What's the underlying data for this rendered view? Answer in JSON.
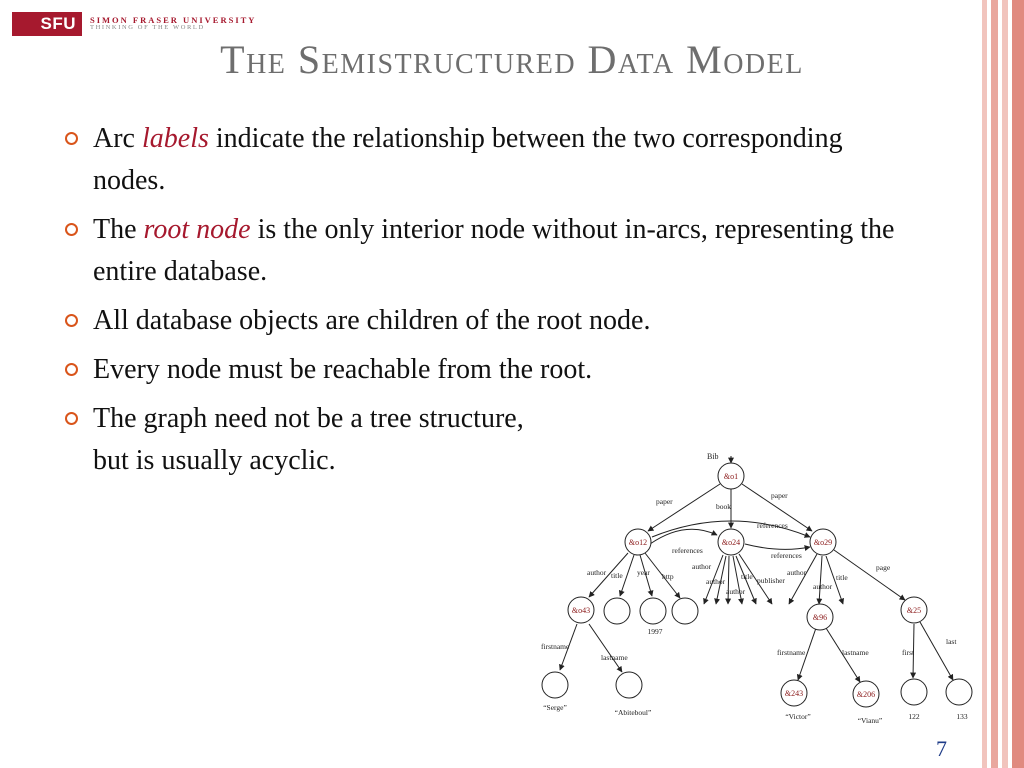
{
  "logo": {
    "abbr": "SFU",
    "name": "SIMON FRASER UNIVERSITY",
    "tagline": "THINKING OF THE WORLD"
  },
  "title": "The Semistructured Data Model",
  "bullets": [
    {
      "pre": "Arc ",
      "em": "labels",
      "post": " indicate the relationship between the two corresponding nodes."
    },
    {
      "pre": "The ",
      "em": "root node",
      "post": " is the only interior node without in-arcs, representing the entire database."
    },
    {
      "pre": "All database objects are children of the root node.",
      "em": "",
      "post": ""
    },
    {
      "pre": "Every node must be reachable from the root.",
      "em": "",
      "post": ""
    },
    {
      "pre": "The graph need not be a tree structure,",
      "em": "",
      "post": "",
      "line2": "but is usually acyclic."
    }
  ],
  "diagram": {
    "root_label": "Bib",
    "nodes": {
      "o1": "&o1",
      "o12": "&o12",
      "o24": "&o24",
      "o29": "&o29",
      "o43": "&o43",
      "n96": "&96",
      "n25": "&25",
      "n243": "&243",
      "n206": "&206"
    },
    "edge_labels": {
      "paper_left": "paper",
      "book": "book",
      "paper_right": "paper",
      "references_top": "references",
      "references_mid": "references",
      "references_right": "references",
      "author1": "author",
      "title1": "title",
      "year": "year",
      "http": "http",
      "author2": "author",
      "author3": "author",
      "author4": "author",
      "title2": "title",
      "publisher": "publisher",
      "author5": "author",
      "author6": "author",
      "title3": "title",
      "page": "page",
      "firstname1": "firstname",
      "lastname1": "lastname",
      "firstname2": "firstname",
      "lastname2": "lastname",
      "first": "first",
      "last": "last"
    },
    "values": {
      "year_value": "1997",
      "serge": "“Serge”",
      "abiteboul": "“Abiteboul”",
      "victor": "“Victor”",
      "vianu": "“Vianu”",
      "n122": "122",
      "n133": "133"
    }
  },
  "page_number": "7",
  "colors": {
    "accent": "#a6192e",
    "bullet": "#d9551b",
    "title": "#6e6e6e",
    "page_number": "#1f3c88"
  }
}
